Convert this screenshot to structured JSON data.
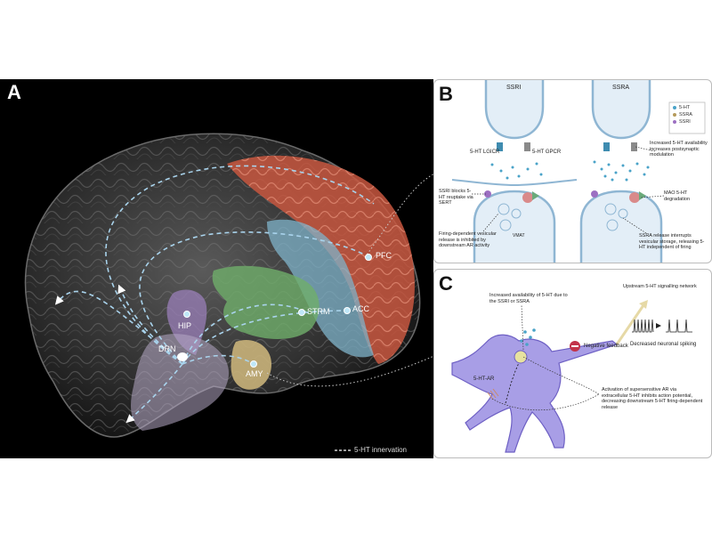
{
  "panelA": {
    "letter": "A",
    "regions": {
      "pfc": "PFC",
      "acc": "ACC",
      "strm": "STRM",
      "hip": "HIP",
      "drn": "DRN",
      "amy": "AMY"
    },
    "legend": "5-HT innervation",
    "colors": {
      "pfc": "#c8573f",
      "acc": "#7fb3c9",
      "strm": "#6fae6a",
      "hip": "#9a7fb8",
      "amy": "#c9b27a",
      "arrow": "#a9d3ec"
    }
  },
  "panelB": {
    "letter": "B",
    "ssri_title": "SSRI",
    "ssra_title": "SSRA",
    "legend": [
      "5-HT",
      "SSRA",
      "SSRI"
    ],
    "legend_colors": [
      "#4aa3c8",
      "#b59a5a",
      "#9c6fc2"
    ],
    "labels": {
      "lgicr": "5-HT LGICR",
      "gpcr": "5-HT GPCR",
      "ssri_blocks": "SSRI blocks 5-HT reuptake via SERT",
      "vmat": "VMAT",
      "firing": "Firing-dependent vesicular release is inhibited by downstream AR activity",
      "increased": "Increased 5-HT availability increases postsynaptic modulation",
      "mao": "MAO 5-HT degradation",
      "ssra_release": "SSRA release interrupts vesicular storage, releasing 5-HT independent of firing"
    }
  },
  "panelC": {
    "letter": "C",
    "labels": {
      "increased": "Increased availability of 5-HT due to the SSRI or SSRA",
      "upstream": "Upstream 5-HT signalling network",
      "negative": "Negative feedback",
      "decreased": "Decreased neuronal spiking",
      "ar": "5-HT-AR",
      "activation": "Activation of supersensitive AR via extracellular 5-HT inhibits action potential, decreasing downstream 5-HT firing-dependent release"
    },
    "neuron_color": "#a89ee6"
  }
}
